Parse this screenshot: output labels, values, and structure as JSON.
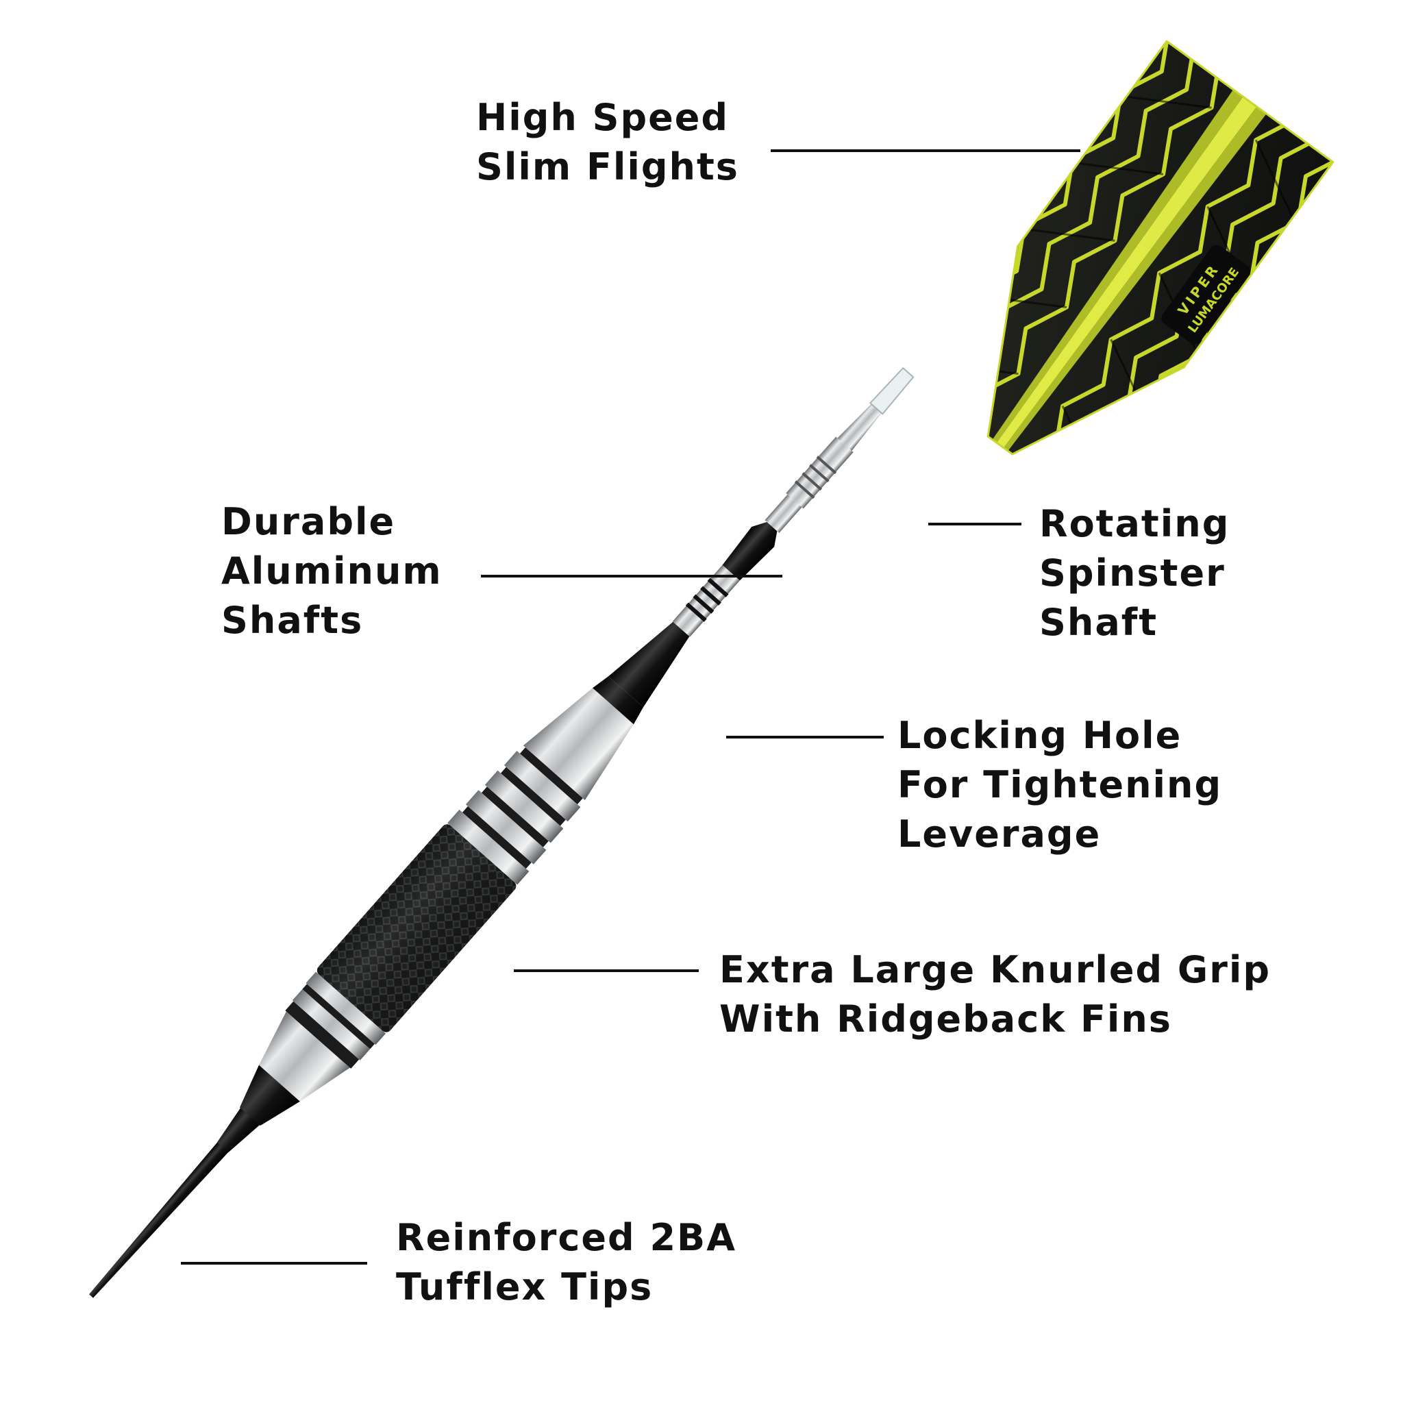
{
  "callouts": {
    "flights": [
      "High Speed",
      "Slim Flights"
    ],
    "shafts": [
      "Durable",
      "Aluminum",
      "Shafts"
    ],
    "spinster": [
      "Rotating",
      "Spinster",
      "Shaft"
    ],
    "locking": [
      "Locking Hole",
      "For Tightening",
      "Leverage"
    ],
    "grip": [
      "Extra Large Knurled Grip",
      "With Ridgeback Fins"
    ],
    "tips": [
      "Reinforced 2BA",
      "Tufflex Tips"
    ]
  },
  "flight_print": {
    "line1": "VIPER",
    "line2": "LUMACORE"
  },
  "colors": {
    "flight_green": "#c8d82a",
    "flight_black": "#1b1d17",
    "steel": "#c9ccce",
    "black": "#111111"
  }
}
